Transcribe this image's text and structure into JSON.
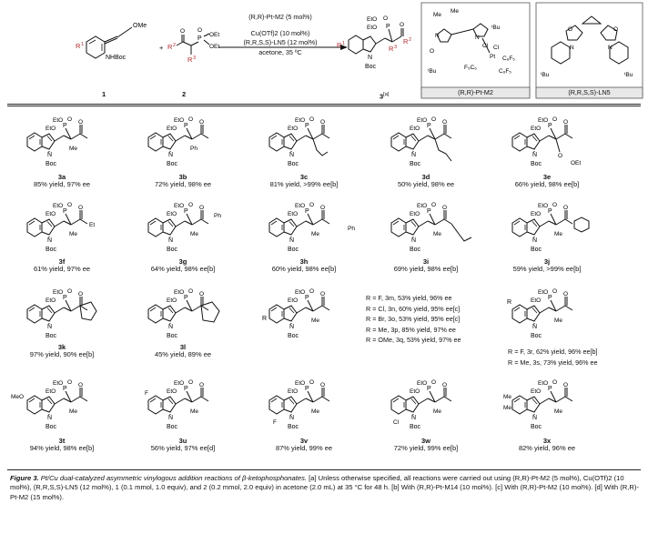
{
  "scheme": {
    "reactant1_label": "1",
    "reactant2_label": "2",
    "product_label": "3",
    "product_note": "[a]",
    "plus": "+",
    "conditions": [
      "(R,R)-Pt-M2 (5 mol%)",
      "Cu(OTf)2 (10 mol%)",
      "(R,R,S,S)-LN5 (12 mol%)",
      "acetone, 35 ºC"
    ],
    "catalyst_box_label": "(R,R)-Pt-M2",
    "ligand_box_label": "(R,R,S,S)-LN5"
  },
  "compounds": [
    {
      "id": "3a",
      "result": "85% yield, 97% ee"
    },
    {
      "id": "3b",
      "result": "72% yield, 98% ee"
    },
    {
      "id": "3c",
      "result": "81% yield, >99% ee[b]"
    },
    {
      "id": "3d",
      "result": "50% yield, 98% ee"
    },
    {
      "id": "3e",
      "result": "66% yield, 98% ee[b]"
    },
    {
      "id": "3f",
      "result": "61% yield, 97% ee"
    },
    {
      "id": "3g",
      "result": "64% yield, 98% ee[b]"
    },
    {
      "id": "3h",
      "result": "60% yield, 98% ee[b]"
    },
    {
      "id": "3i",
      "result": "69% yield, 98% ee[b]"
    },
    {
      "id": "3j",
      "result": "59% yield, >99% ee[b]"
    },
    {
      "id": "3k",
      "result": "97% yield, 90% ee[b]"
    },
    {
      "id": "3l",
      "result": "45% yield, 89% ee"
    },
    {
      "id": "3t",
      "result": "94% yield, 98% ee[b]"
    },
    {
      "id": "3u",
      "result": "56% yield, 97% ee[d]"
    },
    {
      "id": "3v",
      "result": "87% yield, 99% ee"
    },
    {
      "id": "3w",
      "result": "72% yield, 99% ee[b]"
    },
    {
      "id": "3x",
      "result": "82% yield, 96% ee"
    }
  ],
  "substituent_list_1": [
    "R = F, 3m, 53% yield, 96% ee",
    "R = Cl, 3n, 60% yield, 95% ee[c]",
    "R = Br, 3o, 53% yield, 95% ee[c]",
    "R = Me, 3p, 85% yield, 97% ee",
    "R = OMe, 3q, 53% yield, 97% ee"
  ],
  "substituent_list_2": [
    "R = F, 3r, 62% yield, 96% ee[b]",
    "R = Me, 3s, 73% yield, 96% ee"
  ],
  "caption": {
    "figure_label": "Figure 3.",
    "title": "Pt/Cu dual-catalyzed asymmetric vinylogous addition reactions of β-ketophosphonates.",
    "notes": "[a] Unless otherwise specified, all reactions were carried out using (R,R)-Pt-M2 (5 mol%), Cu(OTf)2 (10 mol%), (R,R,S,S)-LN5 (12 mol%), 1 (0.1 mmol, 1.0 equiv), and 2 (0.2 mmol, 2.0 equiv) in acetone (2.0 mL) at 35 °C for 48 h. [b] With (R,R)-Pt-M14 (10 mol%). [c] With (R,R)-Pt-M2 (10 mol%). [d] With (R,R)-Pt-M2 (15 mol%)."
  },
  "colors": {
    "accent_red": "#b0282c",
    "text": "#111111",
    "box_fill": "#e8e8e8"
  }
}
